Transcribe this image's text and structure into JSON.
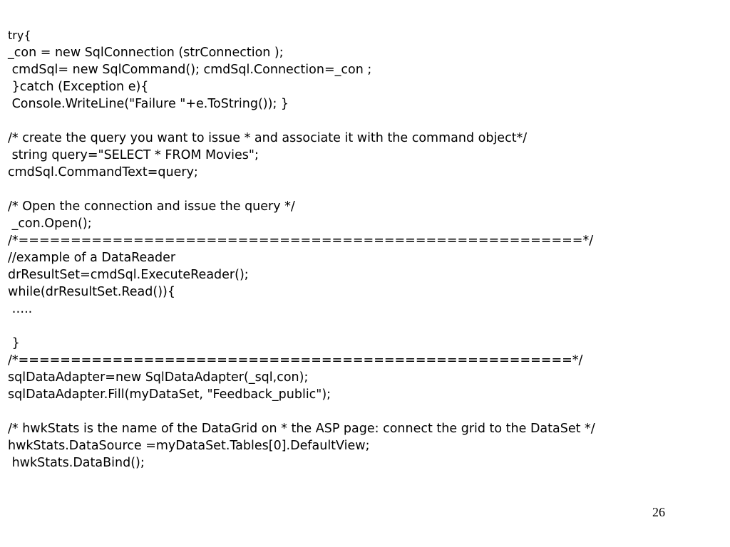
{
  "slide": {
    "lines": [
      "try{",
      "_con = new SqlConnection (strConnection );",
      " cmdSql= new SqlCommand(); cmdSql.Connection=_con ;",
      " }catch (Exception e){",
      " Console.WriteLine(\"Failure \"+e.ToString()); }",
      "",
      "/* create the query you want to issue * and associate it with the command object*/",
      " string query=\"SELECT * FROM Movies\";",
      "cmdSql.CommandText=query;",
      "",
      "/* Open the connection and issue the query */",
      " _con.Open();",
      "/*======================================================*/",
      "//example of a DataReader",
      "drResultSet=cmdSql.ExecuteReader();",
      "while(drResultSet.Read()){",
      " …..",
      "",
      " }",
      "/*=====================================================*/",
      "sqlDataAdapter=new SqlDataAdapter(_sql,con);",
      "sqlDataAdapter.Fill(myDataSet, \"Feedback_public\");",
      "",
      "/* hwkStats is the name of the DataGrid on * the ASP page: connect the grid to the DataSet */",
      "hwkStats.DataSource =myDataSet.Tables[0].DefaultView;",
      " hwkStats.DataBind();"
    ],
    "page_number": "26"
  }
}
